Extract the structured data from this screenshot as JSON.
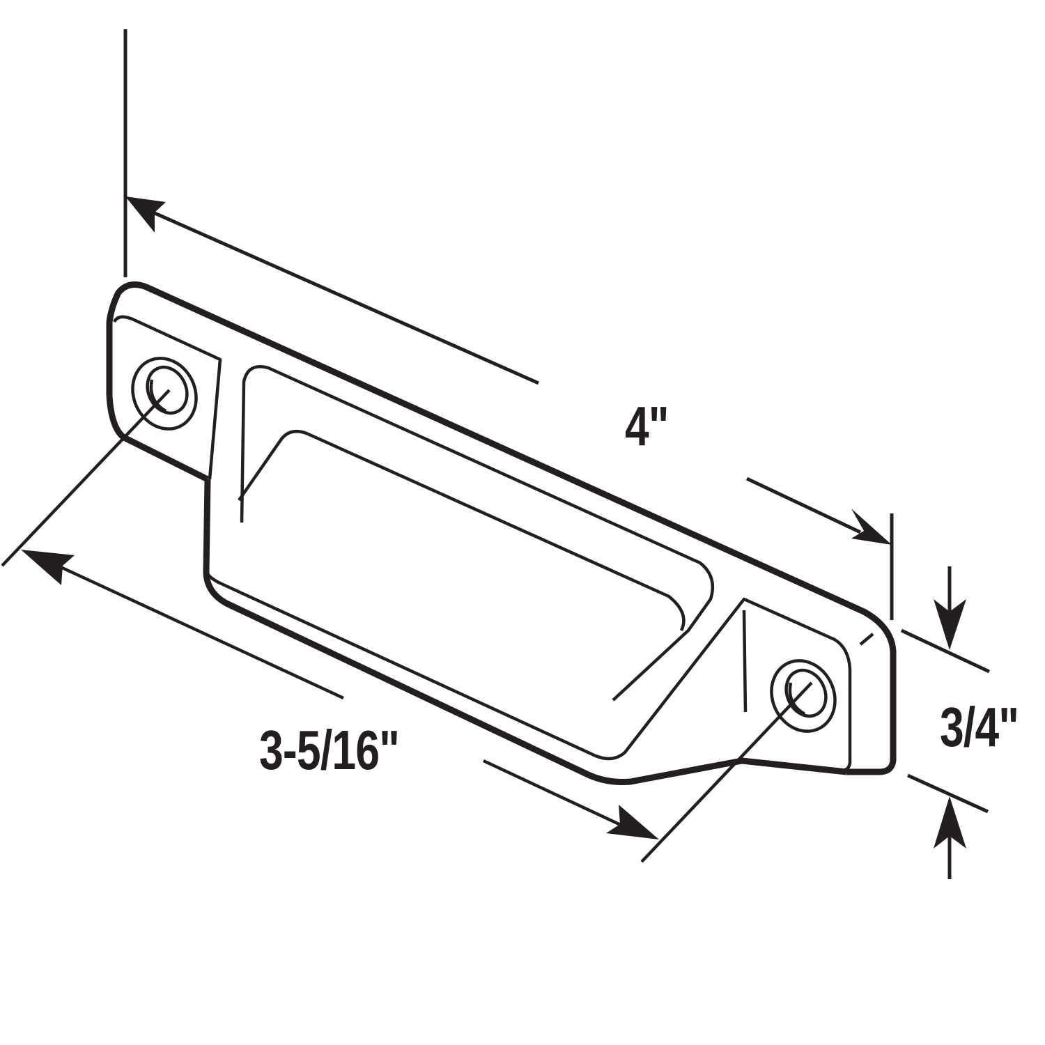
{
  "diagram": {
    "subject": "sash lift / window pull hardware with two screw holes",
    "line_color": "#231f20",
    "background": "#ffffff",
    "dimensions": {
      "overall_length": {
        "label": "4\""
      },
      "hole_spacing": {
        "label": "3-5/16\""
      },
      "height": {
        "label": "3/4\""
      }
    }
  }
}
